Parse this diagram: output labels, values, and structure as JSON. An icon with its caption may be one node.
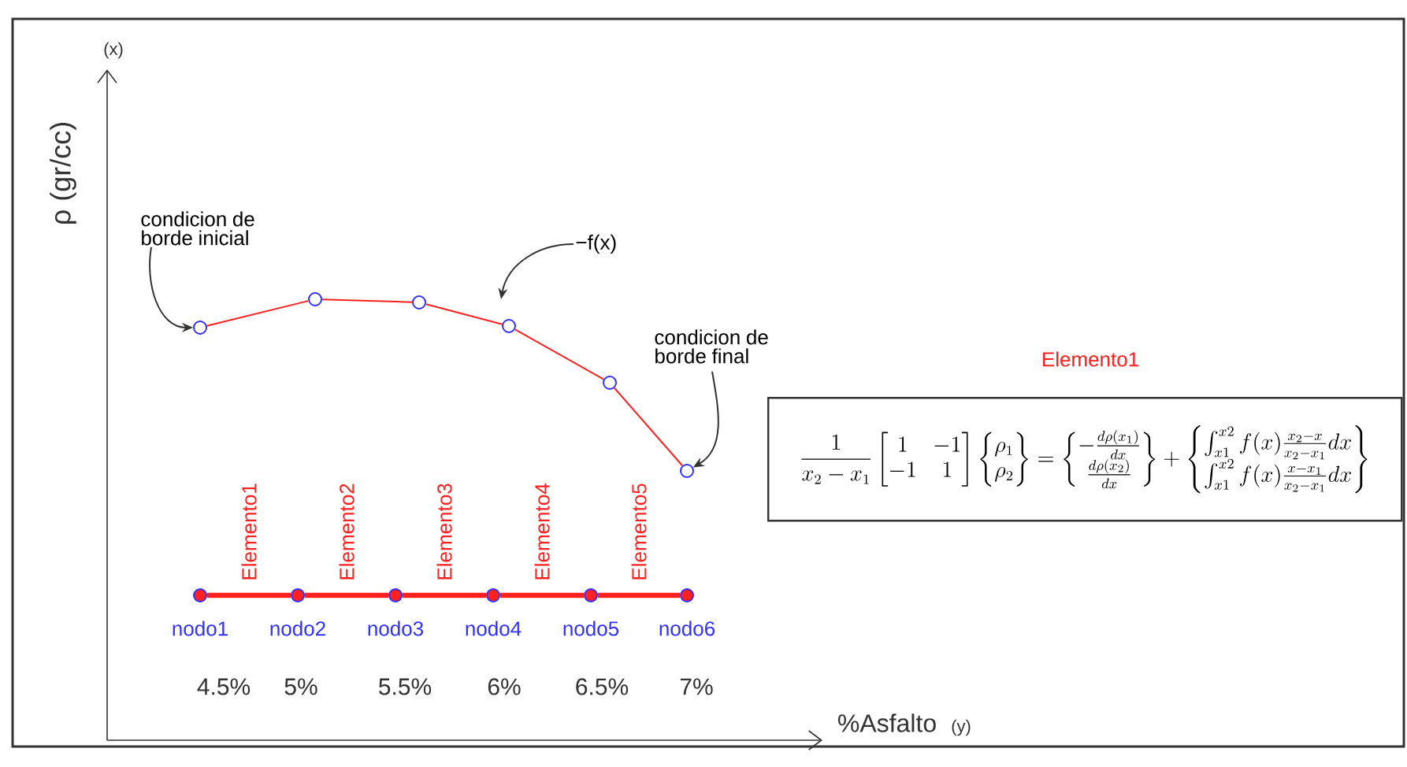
{
  "diagram": {
    "nodes": [
      {
        "text": [
          "condicion de borde inicial"
        ]
      },
      {
        "text": [
          "−f(x)"
        ]
      },
      {
        "text": [
          "condicion de borde final"
        ]
      },
      {
        "text": [
          "Elemento1",
          "\\frac{1}{x_2-x_1}\\begin{bmatrix}1 & -1\\\\ -1 & 1\\end{bmatrix}\\begin{Bmatrix}\\rho_1\\\\ \\rho_2\\end{Bmatrix}=\\begin{Bmatrix}-\\frac{d\\rho(x_1)}{dx}\\\\ \\frac{d\\rho(x_2)}{dx}\\end{Bmatrix}+\\begin{Bmatrix}\\int_{x1}^{x2} f(x)\\frac{x_2-x}{x_2-x_1}dx\\\\ \\int_{x1}^{x2} f(x)\\frac{x-x_1}{x_2-x_1}dx\\end{Bmatrix}"
        ]
      },
      {
        "text": [],
        "shape": "circle"
      },
      {
        "text": [],
        "shape": "circle"
      },
      {
        "text": [],
        "shape": "circle"
      },
      {
        "text": [],
        "shape": "circle"
      },
      {
        "text": [],
        "shape": "circle"
      },
      {
        "text": [],
        "shape": "circle"
      },
      {
        "text": [],
        "shape": "circle",
        "beside": [
          "nodo1"
        ]
      },
      {
        "text": [],
        "shape": "circle",
        "beside": [
          "nodo2"
        ]
      },
      {
        "text": [],
        "shape": "circle",
        "beside": [
          "nodo3"
        ]
      },
      {
        "text": [],
        "shape": "circle",
        "beside": [
          "nodo4"
        ]
      },
      {
        "text": [],
        "shape": "circle",
        "beside": [
          "nodo5"
        ]
      },
      {
        "text": [],
        "shape": "circle",
        "beside": [
          "nodo6"
        ]
      }
    ],
    "edges": [
      {
        "from": 0,
        "to": 4,
        "arrow": "to",
        "color": "#333333"
      },
      {
        "from": 1,
        "to": null,
        "arrow": "to",
        "color": "#333333"
      },
      {
        "from": 2,
        "to": 9,
        "arrow": "to",
        "color": "#333333"
      },
      {
        "from": 4,
        "to": 5,
        "arrow": "none"
      },
      {
        "from": 5,
        "to": 6,
        "arrow": "none"
      },
      {
        "from": 6,
        "to": 7,
        "arrow": "none"
      },
      {
        "from": 7,
        "to": 8,
        "arrow": "none"
      },
      {
        "from": 8,
        "to": 9,
        "arrow": "none"
      },
      {
        "from": 10,
        "to": 11,
        "arrow": "none",
        "style": "thick",
        "label": "Elemento1"
      },
      {
        "from": 11,
        "to": 12,
        "arrow": "none",
        "style": "thick",
        "label": "Elemento2"
      },
      {
        "from": 12,
        "to": 13,
        "arrow": "none",
        "style": "thick",
        "label": "Elemento3"
      },
      {
        "from": 13,
        "to": 14,
        "arrow": "none",
        "style": "thick",
        "label": "Elemento4"
      },
      {
        "from": 14,
        "to": 15,
        "arrow": "none",
        "style": "thick",
        "label": "Elemento5"
      }
    ],
    "labels": [
      "(x)",
      "ρ (gr/cc)",
      "4.5%",
      "5%",
      "5.5%",
      "6%",
      "6.5%",
      "7%",
      "%Asfalto",
      "(y)"
    ]
  }
}
